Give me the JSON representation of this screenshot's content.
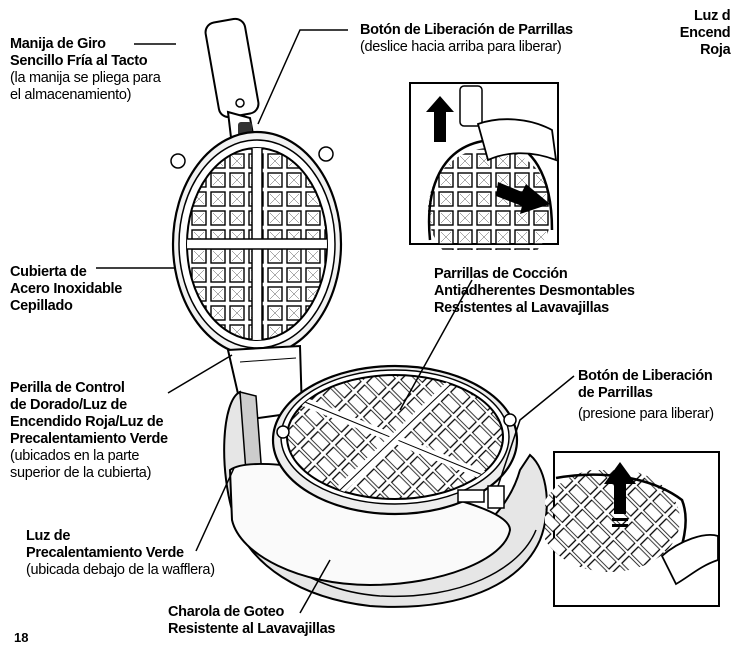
{
  "labels": {
    "handle": {
      "title_1": "Manija de Giro",
      "title_2": "Sencillo Fría al Tacto",
      "note_1": "(la manija se pliega para",
      "note_2": "el almacenamiento)"
    },
    "release_top": {
      "title": "Botón de Liberación de Parrillas",
      "note": "(deslice hacia arriba para liberar)"
    },
    "red_light_cut": {
      "line_1": "Luz d",
      "line_2": "Encend",
      "line_3": "Roja"
    },
    "cover": {
      "line_1": "Cubierta de",
      "line_2": "Acero Inoxidable",
      "line_3": "Cepillado"
    },
    "plates": {
      "line_1": "Parrillas de Cocción",
      "line_2": "Antiadherentes Desmontables",
      "line_3": "Resistentes al Lavavajillas"
    },
    "knob": {
      "line_1": "Perilla de Control",
      "line_2": "de Dorado/Luz de",
      "line_3": "Encendido Roja/Luz de",
      "line_4": "Precalentamiento Verde",
      "note_1": "(ubicados en la parte",
      "note_2": "superior de la cubierta)"
    },
    "release_bottom": {
      "title_1": "Botón de Liberación",
      "title_2": "de Parrillas",
      "note": "(presione para liberar)"
    },
    "green_light": {
      "title_1": "Luz de",
      "title_2": "Precalentamiento Verde",
      "note": "(ubicada debajo de la wafflera)"
    },
    "drip_tray": {
      "line_1": "Charola de Goteo",
      "line_2": "Resistente al Lavavajillas"
    }
  },
  "page_number": "18"
}
